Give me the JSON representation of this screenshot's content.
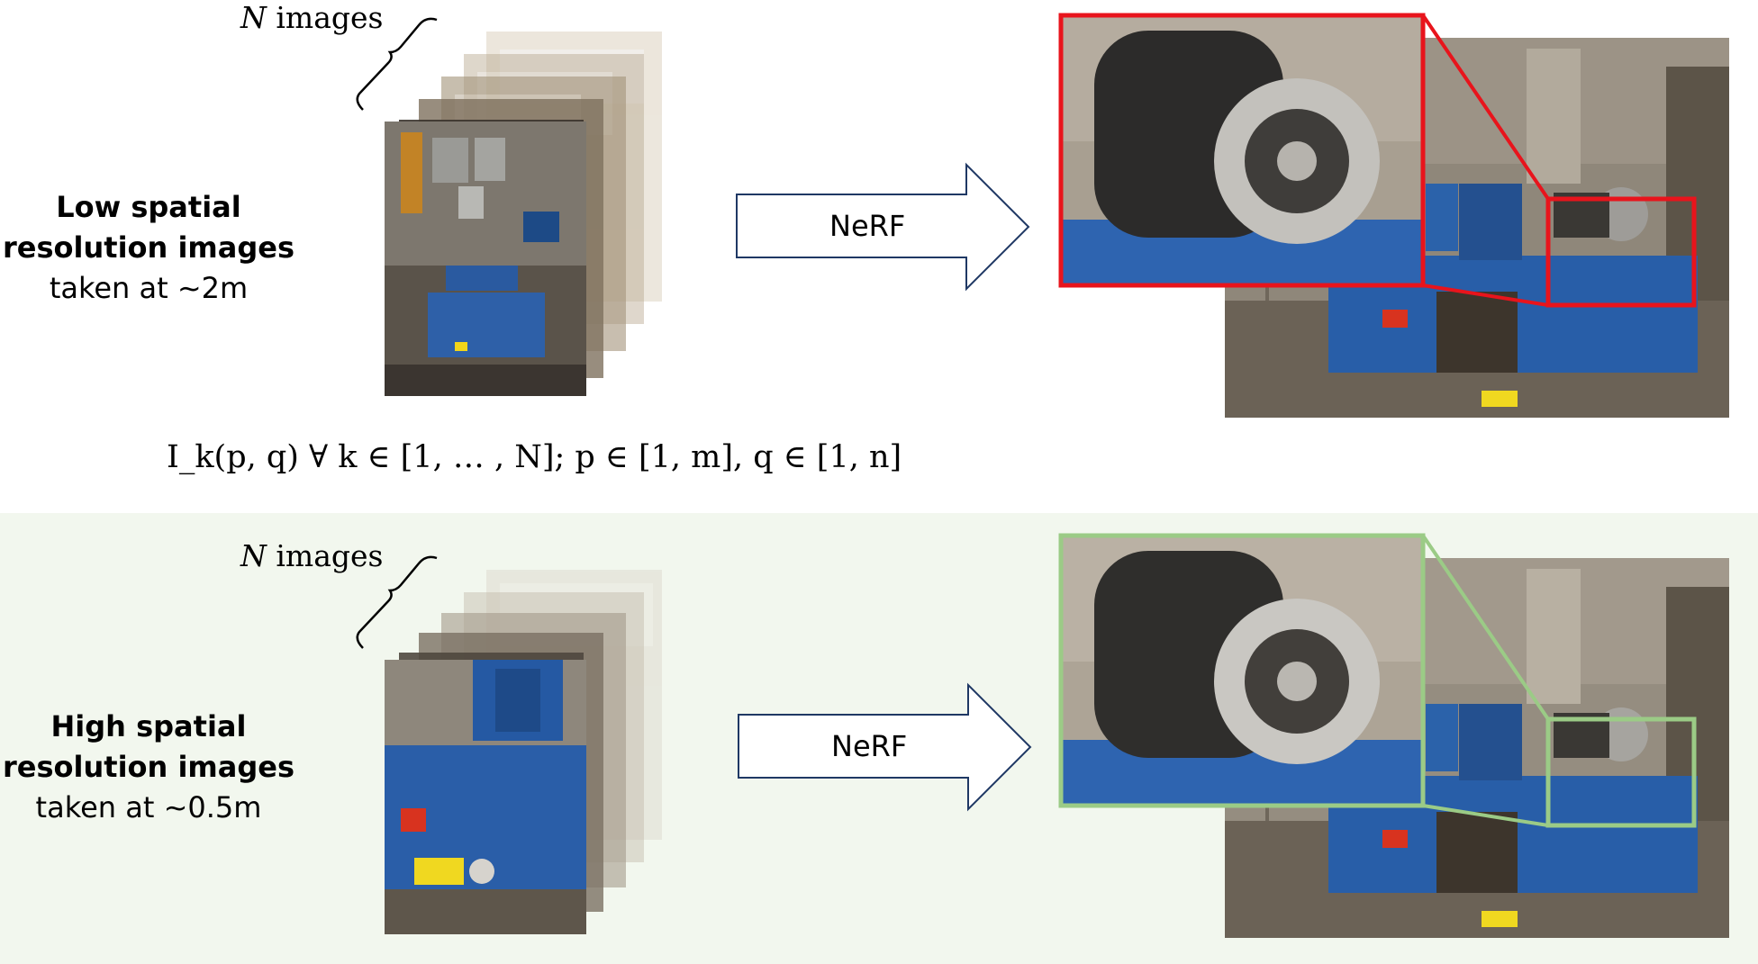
{
  "rows": [
    {
      "id": "low",
      "label_bold": [
        "Low spatial",
        "resolution images"
      ],
      "label_plain": "taken at ~2m",
      "n_images": {
        "var": "N",
        "text": " images"
      },
      "arrow_label": "NeRF",
      "highlight_color": "#e8141c"
    },
    {
      "id": "high",
      "label_bold": [
        "High spatial",
        "resolution images"
      ],
      "label_plain": "taken at ~0.5m",
      "n_images": {
        "var": "N",
        "text": " images"
      },
      "arrow_label": "NeRF",
      "highlight_color": "#9bcb86"
    }
  ],
  "formula": "I_k(p, q) ∀ k ∈ [1, … , N]; p ∈ [1, m], q ∈ [1, n]",
  "colors": {
    "bottom_panel_bg": "#f2f7ee",
    "arrow_stroke": "#1f3864",
    "compressor_blue": "#2a5aa0",
    "wall": "#8a8278"
  }
}
